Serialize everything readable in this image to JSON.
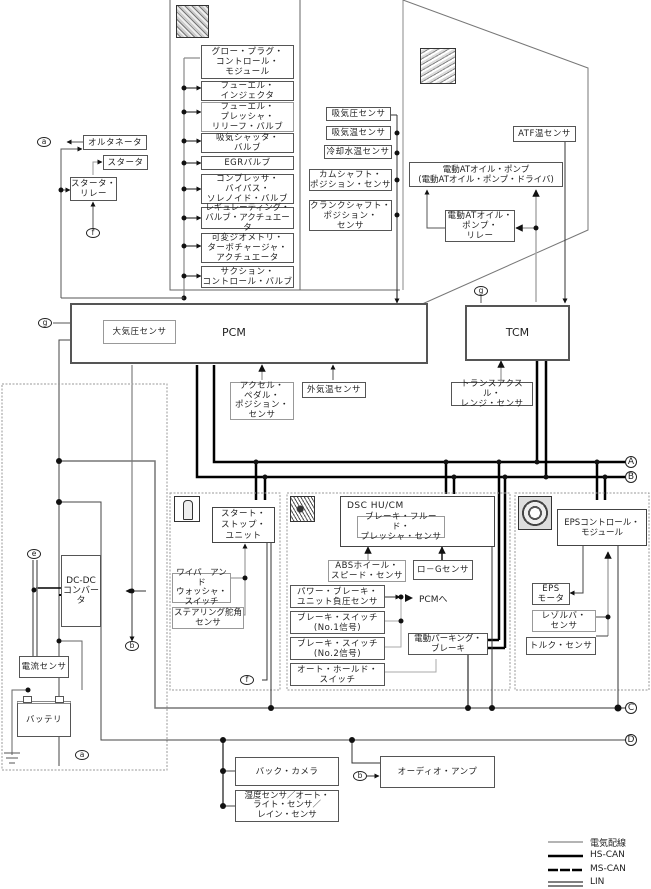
{
  "legend": {
    "items": [
      {
        "label": "電気配線",
        "style": "electrical"
      },
      {
        "label": "HS-CAN",
        "style": "hs-can"
      },
      {
        "label": "MS-CAN",
        "style": "ms-can"
      },
      {
        "label": "LIN",
        "style": "lin"
      }
    ]
  },
  "engine_group": {
    "actuators": [
      "グロー・プラグ・\nコントロール・\nモジュール",
      "フューエル・\nインジェクタ",
      "フューエル・\nプレッシャ・\nリリーフ・バルブ",
      "吸気シャッタ・\nバルブ",
      "EGRバルブ",
      "コンプレッサ・\nバイパス・\nソレノイド・バルブ",
      "レギュレーティング・\nバルブ・アクチュエータ",
      "可変ジオメトリ・\nターボチャージャ・\nアクチュエータ",
      "サクション・\nコントロール・バルブ"
    ],
    "sensors": [
      "吸気圧センサ",
      "吸気温センサ",
      "冷却水温センサ",
      "カムシャフト・\nポジション・センサ",
      "クランクシャフト・\nポジション・\nセンサ"
    ]
  },
  "transmission_group": {
    "atf_sensor": "ATF温センサ",
    "oil_pump": "電動ATオイル・ポンプ\n(電動ATオイル・ポンプ・ドライバ)",
    "oil_pump_relay": "電動ATオイル・\nポンプ・\nリレー"
  },
  "starting": {
    "alternator": "オルタネータ",
    "starter": "スタータ",
    "starter_relay": "スタータ・\nリレー"
  },
  "modules": {
    "pcm": "PCM",
    "pcm_internal_sensor": "大気圧センサ",
    "tcm": "TCM",
    "accel_pedal_sensor": "アクセル・\nペダル・\nポジション・\nセンサ",
    "outside_temp_sensor": "外気温センサ",
    "transaxle_range_sensor": "トランスアクスル・\nレンジ・センサ"
  },
  "start_stop_group": {
    "unit": "スタート・\nストップ・\nユニット",
    "wiper_switch": "ワイパ　アンド\nウォッシャ・\nスイッチ",
    "steering_angle_sensor": "ステアリング舵角\nセンサ"
  },
  "dsc_group": {
    "module": "DSC HU/CM",
    "brake_fluid_sensor": "ブレーキ・フルード・\nプレッシャ・センサ",
    "abs_wheel_sensor": "ABSホイール・\nスピード・センサ",
    "low_g_sensor": "ロ－Gセンサ",
    "power_brake_sensor": "パワー・ブレーキ・\nユニット負圧センサ",
    "to_pcm": "PCMへ",
    "brake_switch_1": "ブレーキ・スイッチ\n(No.1信号)",
    "brake_switch_2": "ブレーキ・スイッチ\n(No.2信号)",
    "auto_hold_switch": "オート・ホールド・\nスイッチ",
    "epb": "電動パーキング・\nブレーキ"
  },
  "eps_group": {
    "module": "EPSコントロール・\nモジュール",
    "motor": "EPS\nモータ",
    "resolver_sensor": "レゾルバ・\nセンサ",
    "torque_sensor": "トルク・センサ"
  },
  "power_group": {
    "dcdc": "DC-DC\nコンバータ",
    "current_sensor": "電流センサ",
    "battery": "バッテリ"
  },
  "body_group": {
    "back_camera": "バック・カメラ",
    "humidity_sensor": "湿度センサ／オート・\nライト・センサ／\nレイン・センサ",
    "audio_amp": "オーディオ・アンプ"
  },
  "connectors": {
    "a": "a",
    "b": "b",
    "e": "e",
    "f": "f",
    "g": "g"
  },
  "buses": {
    "A": "A",
    "B": "B",
    "C": "C",
    "D": "D"
  }
}
